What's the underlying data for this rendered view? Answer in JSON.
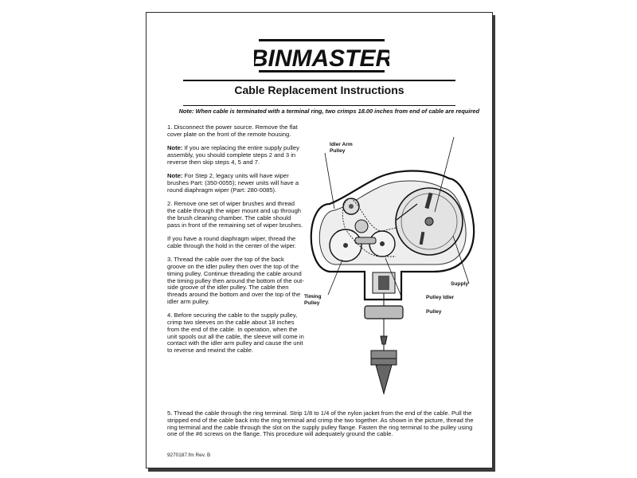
{
  "document": {
    "logo_text": "BINMASTER",
    "title": "Cable Replacement Instructions",
    "note": "Note: When cable is terminated with a terminal ring, two crimps 18.00 inches from end of cable are required",
    "step1": "1. Disconnect the power source. Remove the flat cover plate on the front of the remote housing.",
    "note1_label": "Note:",
    "note1_text": " If you are replacing the entire supply pulley assembly, you should complete steps 2 and 3 in reverse then skip steps 4, 5 and 7.",
    "note2_label": "Note:",
    "note2_text": " For Step 2, legacy units will have wiper brushes Part: (350-0055); newer units will have a round diaphragm wiper (Part: 280-0085).",
    "step2": "2. Remove one set of wiper brushes and thread the cable through the wiper mount and up through the brush cleaning chamber. The cable should pass in front of the remaining set of wiper brushes.",
    "step2b": "If you have a round diaphragm wiper, thread the cable through the hold in the center of the wiper.",
    "step3": "3. Thread the cable over the top of the back groove on the idler pulley then over the top of the timing pulley. Continue threading the cable around the timing pulley then around the bottom of the out-side groove of the idler pulley. The cable then threads around the bottom and over the top of the idler arm pulley.",
    "step4": "4. Before securing the cable to the supply pulley, crimp two sleeves on the cable about 18 inches from the end of the cable. In operation, when the unit spools out all the cable, the sleeve will come in contact with the idler arm pulley and cause the unit to reverse and rewind the cable.",
    "step5": "5. Thread the cable through the ring terminal. Strip 1/8 to 1/4 of the nylon jacket from the end of the cable. Pull the stripped end of the cable back into the ring terminal and crimp the two together. As shown in the picture, thread the ring terminal and the cable through the slot on the supply pulley flange. Fasten the ring terminal to the pulley using one of the #6 screws on the flange. This procedure will adequately ground the cable.",
    "footer": "9270187.fm     Rev. B"
  },
  "diagram_labels": {
    "idler_arm_1": "Idler Arm",
    "idler_arm_2": "Pulley",
    "supply": "Supply",
    "timing_1": "Timing",
    "timing_2": "Pulley",
    "pulley_idler": "Pulley Idler",
    "pulley": "Pulley"
  },
  "colors": {
    "ink": "#111111",
    "sheet_shadow": "#3a3a3a"
  }
}
